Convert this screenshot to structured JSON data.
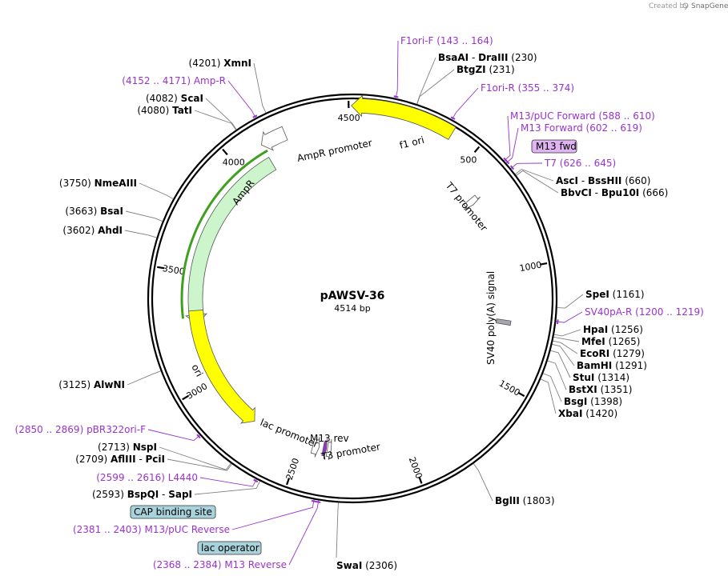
{
  "credit": {
    "prefix": "Created by",
    "brand": "SnapGene"
  },
  "plasmid": {
    "name": "pAWSV-36",
    "length_label": "4514 bp",
    "length": 4514
  },
  "ticks": [
    {
      "label": "500",
      "bp": 500
    },
    {
      "label": "1000",
      "bp": 1000
    },
    {
      "label": "1500",
      "bp": 1500
    },
    {
      "label": "2000",
      "bp": 2000
    },
    {
      "label": "2500",
      "bp": 2500
    },
    {
      "label": "3000",
      "bp": 3000
    },
    {
      "label": "3500",
      "bp": 3500
    },
    {
      "label": "4000",
      "bp": 4000
    },
    {
      "label": "4500",
      "bp": 4500
    }
  ],
  "features": [
    {
      "name": "f1 ori",
      "start": 4510,
      "end": 390,
      "ring": 250,
      "color": "#ffff00",
      "dir": -1,
      "label": "f1 ori"
    },
    {
      "name": "AmpR",
      "start": 3270,
      "end": 4130,
      "ring": 205,
      "color": "#ccf5cc",
      "dir": -1,
      "label": "AmpR"
    },
    {
      "name": "AmpR promoter",
      "start": 4130,
      "end": 4235,
      "ring": 232,
      "color": "#ffffff",
      "dir": -1,
      "label": "AmpR promoter"
    },
    {
      "name": "ori",
      "start": 2740,
      "end": 3330,
      "ring": 205,
      "color": "#ffff00",
      "dir": -1,
      "label": "ori"
    },
    {
      "name": "T7 promoter",
      "start": 625,
      "end": 655,
      "ring": 200,
      "color": "#ffffff",
      "dir": 1,
      "label": "T7 promoter"
    },
    {
      "name": "SV40 poly(A) signal",
      "start": 1230,
      "end": 1250,
      "ring": 200,
      "color": "#a6a6b0",
      "dir": 0,
      "label": "SV40 poly(A) signal"
    },
    {
      "name": "lac promoter",
      "start": 2415,
      "end": 2445,
      "ring": 200,
      "color": "#ffffff",
      "dir": -1,
      "label": "lac promoter"
    },
    {
      "name": "M13 rev",
      "start": 2380,
      "end": 2395,
      "ring": 200,
      "color": "#9933cc",
      "dir": -1,
      "label": "M13 rev"
    },
    {
      "name": "T3 promoter",
      "start": 2357,
      "end": 2375,
      "ring": 200,
      "color": "#ffffff",
      "dir": -1,
      "label": "T3 promoter"
    }
  ],
  "features_text": {
    "t7_promoter": "T7 promoter",
    "sv40": "SV40 poly(A) signal",
    "lac_promoter": "lac promoter",
    "m13_rev": "M13 rev",
    "t3_promoter": "T3 promoter",
    "ampr_promoter": "AmpR promoter",
    "ampr": "AmpR",
    "f1ori": "f1 ori",
    "ori": "ori"
  },
  "sites": [
    {
      "side": "R",
      "name": "BsaAI",
      "second": "DraIII",
      "pos": "(230)",
      "bp": 230
    },
    {
      "side": "R",
      "name": "BtgZI",
      "second": "",
      "pos": "(231)",
      "bp": 231
    },
    {
      "side": "R",
      "name": "AscI",
      "second": "BssHII",
      "pos": "(660)",
      "bp": 660
    },
    {
      "side": "R",
      "name": "BbvCI",
      "second": "Bpu10I",
      "pos": "(666)",
      "bp": 666
    },
    {
      "side": "R",
      "name": "SpeI",
      "second": "",
      "pos": "(1161)",
      "bp": 1161
    },
    {
      "side": "R",
      "name": "HpaI",
      "second": "",
      "pos": "(1256)",
      "bp": 1256
    },
    {
      "side": "R",
      "name": "MfeI",
      "second": "",
      "pos": "(1265)",
      "bp": 1265
    },
    {
      "side": "R",
      "name": "EcoRI",
      "second": "",
      "pos": "(1279)",
      "bp": 1279
    },
    {
      "side": "R",
      "name": "BamHI",
      "second": "",
      "pos": "(1291)",
      "bp": 1291
    },
    {
      "side": "R",
      "name": "StuI",
      "second": "",
      "pos": "(1314)",
      "bp": 1314
    },
    {
      "side": "R",
      "name": "BstXI",
      "second": "",
      "pos": "(1351)",
      "bp": 1351
    },
    {
      "side": "R",
      "name": "BsgI",
      "second": "",
      "pos": "(1398)",
      "bp": 1398
    },
    {
      "side": "R",
      "name": "XbaI",
      "second": "",
      "pos": "(1420)",
      "bp": 1420
    },
    {
      "side": "R",
      "name": "BglII",
      "second": "",
      "pos": "(1803)",
      "bp": 1803
    },
    {
      "side": "B",
      "name": "SwaI",
      "second": "",
      "pos": "(2306)",
      "bp": 2306
    },
    {
      "side": "L",
      "name": "BspQI",
      "second": "SapI",
      "pos": "(2593)",
      "bp": 2593
    },
    {
      "side": "L",
      "name": "AflIII",
      "second": "PciI",
      "pos": "(2709)",
      "bp": 2709
    },
    {
      "side": "L",
      "name": "NspI",
      "second": "",
      "pos": "(2713)",
      "bp": 2713
    },
    {
      "side": "L",
      "name": "AlwNI",
      "second": "",
      "pos": "(3125)",
      "bp": 3125
    },
    {
      "side": "L",
      "name": "AhdI",
      "second": "",
      "pos": "(3602)",
      "bp": 3602
    },
    {
      "side": "L",
      "name": "BsaI",
      "second": "",
      "pos": "(3663)",
      "bp": 3663
    },
    {
      "side": "L",
      "name": "NmeAIII",
      "second": "",
      "pos": "(3750)",
      "bp": 3750
    },
    {
      "side": "L",
      "name": "TatI",
      "second": "",
      "pos": "(4080)",
      "bp": 4080
    },
    {
      "side": "L",
      "name": "ScaI",
      "second": "",
      "pos": "(4082)",
      "bp": 4082
    },
    {
      "side": "L",
      "name": "XmnI",
      "second": "",
      "pos": "(4201)",
      "bp": 4201
    }
  ],
  "primers": [
    {
      "side": "R",
      "name": "F1ori-F",
      "range": "(143 .. 164)",
      "bp": 153
    },
    {
      "side": "R",
      "name": "F1ori-R",
      "range": "(355 .. 374)",
      "bp": 365
    },
    {
      "side": "R",
      "name": "M13/pUC Forward",
      "range": "(588 .. 610)",
      "bp": 599
    },
    {
      "side": "R",
      "name": "M13 Forward",
      "range": "(602 .. 619)",
      "bp": 610
    },
    {
      "side": "R",
      "name": "T7",
      "range": "(626 .. 645)",
      "bp": 635
    },
    {
      "side": "R",
      "name": "SV40pA-R",
      "range": "(1200 .. 1219)",
      "bp": 1210
    },
    {
      "side": "L",
      "name": "M13 Reverse",
      "range": "(2368 .. 2384)",
      "bp": 2376
    },
    {
      "side": "L",
      "name": "M13/pUC Reverse",
      "range": "(2381 .. 2403)",
      "bp": 2392
    },
    {
      "side": "L",
      "name": "L4440",
      "range": "(2599 .. 2616)",
      "bp": 2607
    },
    {
      "side": "L",
      "name": "pBR322ori-F",
      "range": "(2850 .. 2869)",
      "bp": 2860
    },
    {
      "side": "L",
      "name": "Amp-R",
      "range": "(4152 .. 4171)",
      "bp": 4161
    }
  ],
  "boxes": {
    "m13fwd": "M13 fwd",
    "cap": "CAP binding site",
    "lacop": "lac operator"
  },
  "colors": {
    "primer": "#9933cc",
    "box_purple": "#e0b3f2",
    "box_blue": "#a8d3dc",
    "leader": "#808080"
  }
}
